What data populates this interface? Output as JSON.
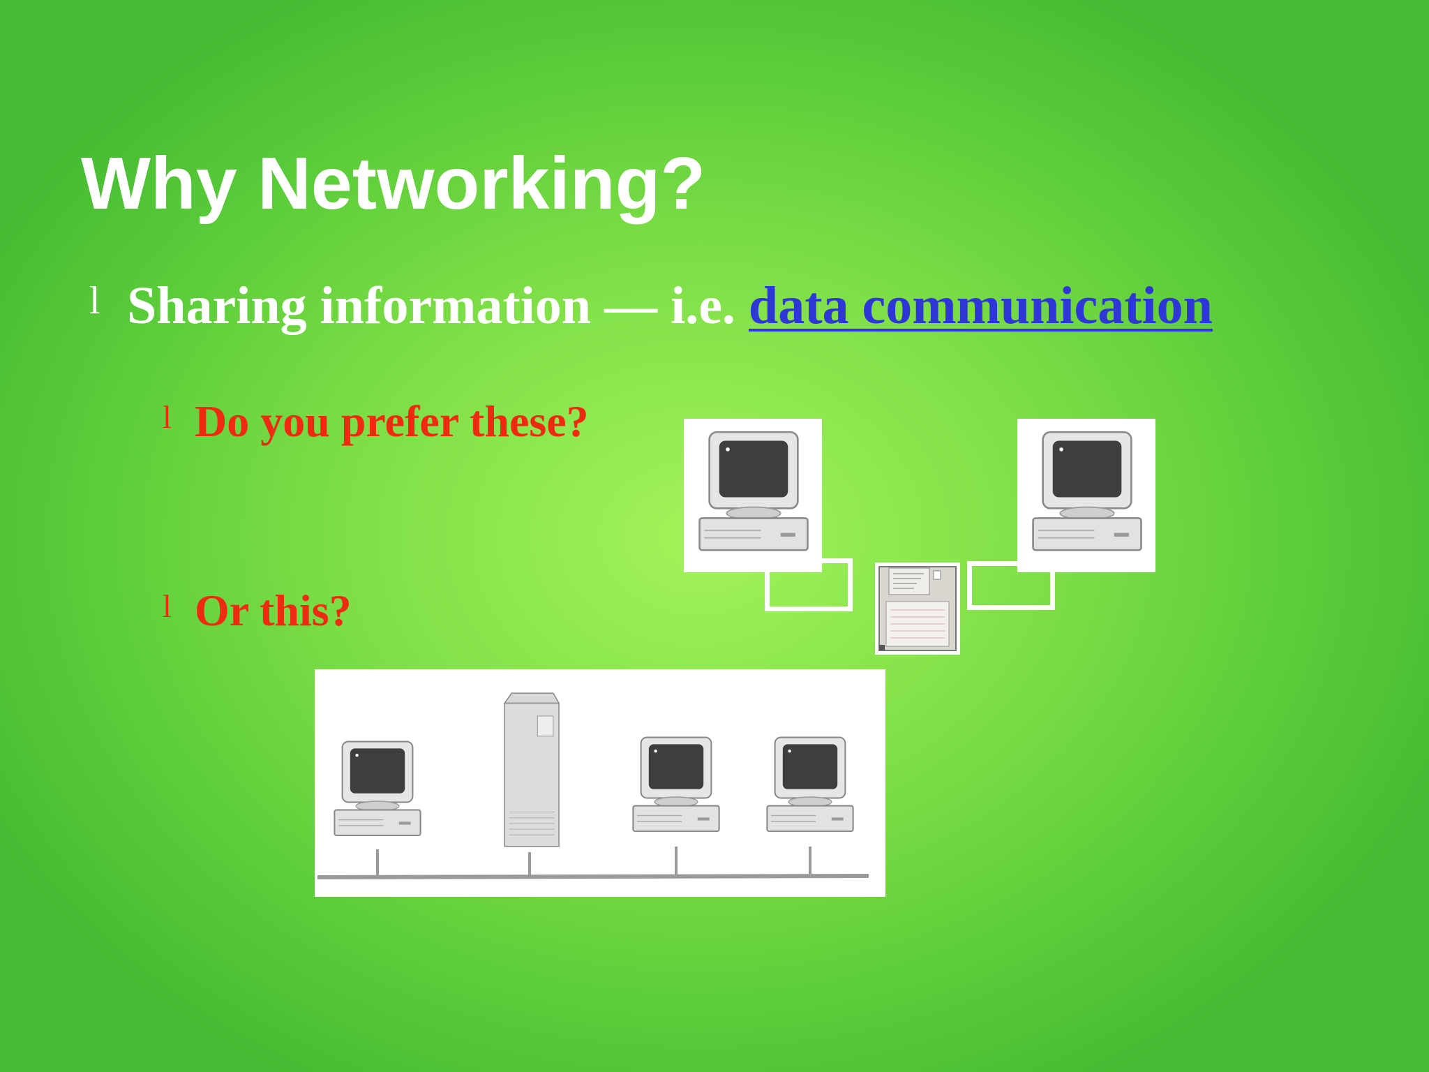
{
  "slide": {
    "title": "Why Networking?",
    "bullet_main": {
      "marker": "l",
      "text": "Sharing information — i.e. ",
      "link_text": "data communication"
    },
    "sub_bullets": [
      {
        "marker": "l",
        "text": "Do you prefer these?"
      },
      {
        "marker": "l",
        "text": "Or this?"
      }
    ]
  },
  "colors": {
    "background_center": "#a3f35a",
    "background_edge": "#46bb33",
    "title": "#ffffff",
    "link": "#2e36d6",
    "sub_bullet": "#ee2a10"
  },
  "illustrations": {
    "standalone_pcs": [
      "computer-icon",
      "computer-icon"
    ],
    "floppy": "floppy-disk-icon",
    "lan": [
      "computer-icon",
      "server-tower-icon",
      "computer-icon",
      "computer-icon"
    ]
  }
}
